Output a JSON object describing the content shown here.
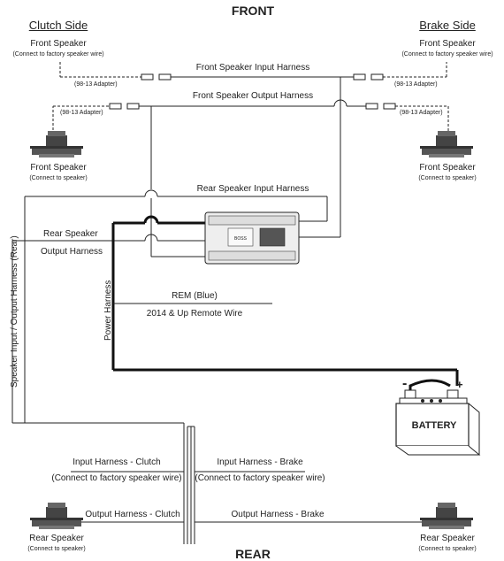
{
  "header": {
    "front": "FRONT",
    "rear": "REAR"
  },
  "sides": {
    "clutch": "Clutch Side",
    "brake": "Brake Side"
  },
  "front_left": {
    "title": "Front Speaker",
    "note": "(Connect to factory speaker wire)"
  },
  "front_right": {
    "title": "Front Speaker",
    "note": "(Connect to factory speaker wire)"
  },
  "adapters": {
    "label": "(98-13 Adapter)"
  },
  "harness": {
    "front_input": "Front Speaker Input Harness",
    "front_output": "Front Speaker Output Harness",
    "rear_input": "Rear Speaker Input Harness",
    "rear_output_line1": "Rear Speaker",
    "rear_output_line2": "Output Harness",
    "power": "Power Harness",
    "speaker_io_rear": "Speaker Input / Output Harness (Rear)"
  },
  "speaker_front_left": {
    "title": "Front Speaker",
    "note": "(Connect to speaker)"
  },
  "speaker_front_right": {
    "title": "Front Speaker",
    "note": "(Connect to speaker)"
  },
  "rem": {
    "label": "REM (Blue)",
    "sub": "2014 & Up Remote Wire"
  },
  "battery": {
    "label": "BATTERY",
    "neg": "-",
    "pos": "+"
  },
  "rear_harness": {
    "input_clutch": "Input Harness - Clutch",
    "input_clutch_note": "(Connect to factory speaker wire)",
    "input_brake": "Input Harness - Brake",
    "input_brake_note": "(Connect to factory speaker wire)",
    "output_clutch": "Output Harness - Clutch",
    "output_brake": "Output Harness - Brake"
  },
  "rear_left": {
    "title": "Rear Speaker",
    "note": "(Connect to speaker)"
  },
  "rear_right": {
    "title": "Rear Speaker",
    "note": "(Connect to speaker)"
  },
  "amp": {
    "brand": "BOSS"
  }
}
